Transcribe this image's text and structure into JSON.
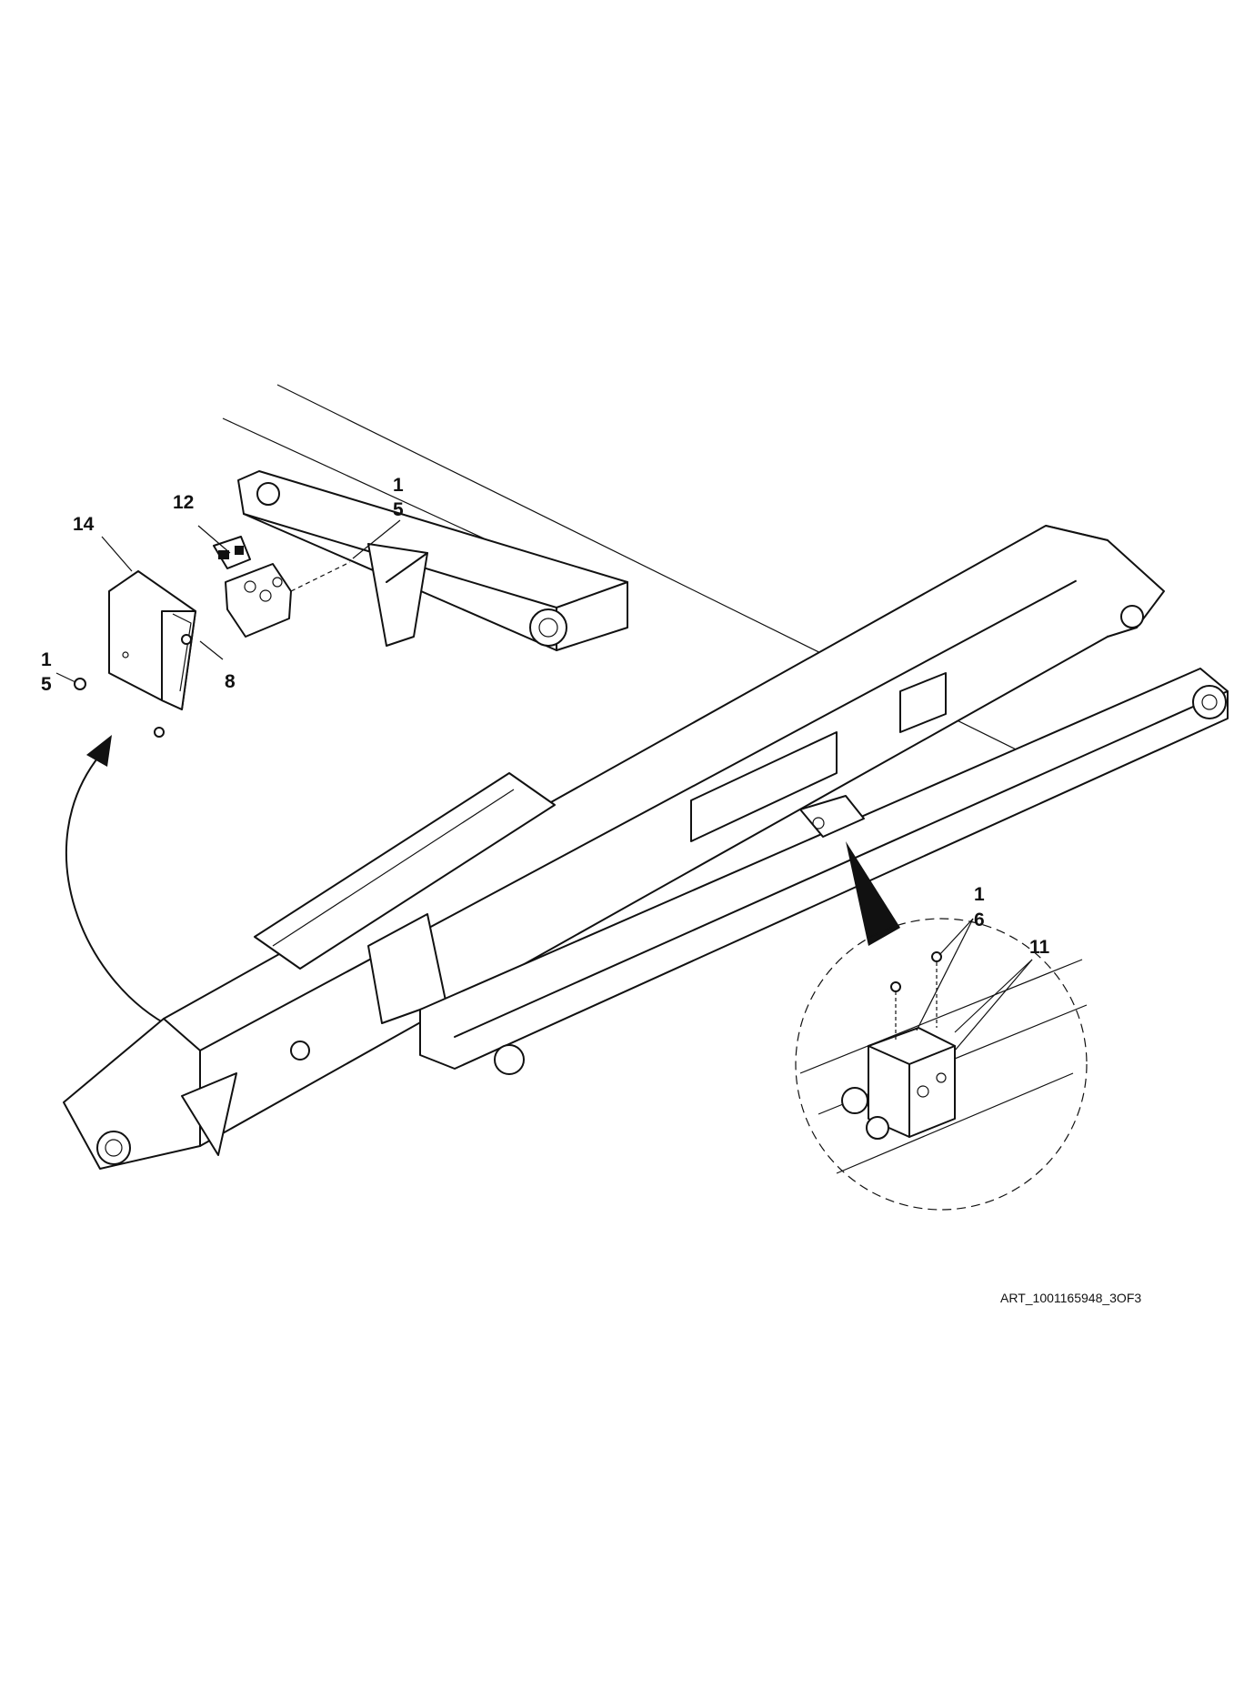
{
  "callouts": {
    "upper_left_1": "1",
    "upper_left_5": "5",
    "label_12": "12",
    "label_14": "14",
    "left_1": "1",
    "left_5": "5",
    "label_8": "8",
    "detail_1": "1",
    "detail_6": "6",
    "detail_11": "11"
  },
  "art_id": "ART_1001165948_3OF3"
}
